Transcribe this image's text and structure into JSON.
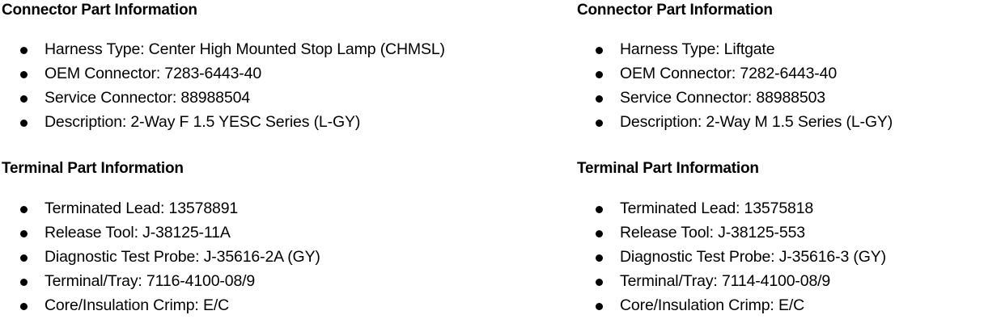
{
  "columns": [
    {
      "id": "left",
      "connector": {
        "heading": "Connector Part Information",
        "items": [
          "Harness Type: Center High Mounted Stop Lamp (CHMSL)",
          "OEM Connector: 7283-6443-40",
          "Service Connector: 88988504",
          "Description: 2-Way F 1.5 YESC Series (L-GY)"
        ]
      },
      "terminal": {
        "heading": "Terminal Part Information",
        "items": [
          "Terminated Lead: 13578891",
          "Release Tool: J-38125-11A",
          "Diagnostic Test Probe: J-35616-2A (GY)",
          "Terminal/Tray: 7116-4100-08/9",
          "Core/Insulation Crimp: E/C"
        ]
      }
    },
    {
      "id": "right",
      "connector": {
        "heading": "Connector Part Information",
        "items": [
          "Harness Type: Liftgate",
          "OEM Connector: 7282-6443-40",
          "Service Connector: 88988503",
          "Description: 2-Way M 1.5 Series (L-GY)"
        ]
      },
      "terminal": {
        "heading": "Terminal Part Information",
        "items": [
          "Terminated Lead: 13575818",
          "Release Tool: J-38125-553",
          "Diagnostic Test Probe: J-35616-3 (GY)",
          "Terminal/Tray: 7114-4100-08/9",
          "Core/Insulation Crimp: E/C"
        ]
      }
    }
  ],
  "colors": {
    "text": "#000000",
    "background": "#ffffff",
    "bullet": "#000000"
  }
}
